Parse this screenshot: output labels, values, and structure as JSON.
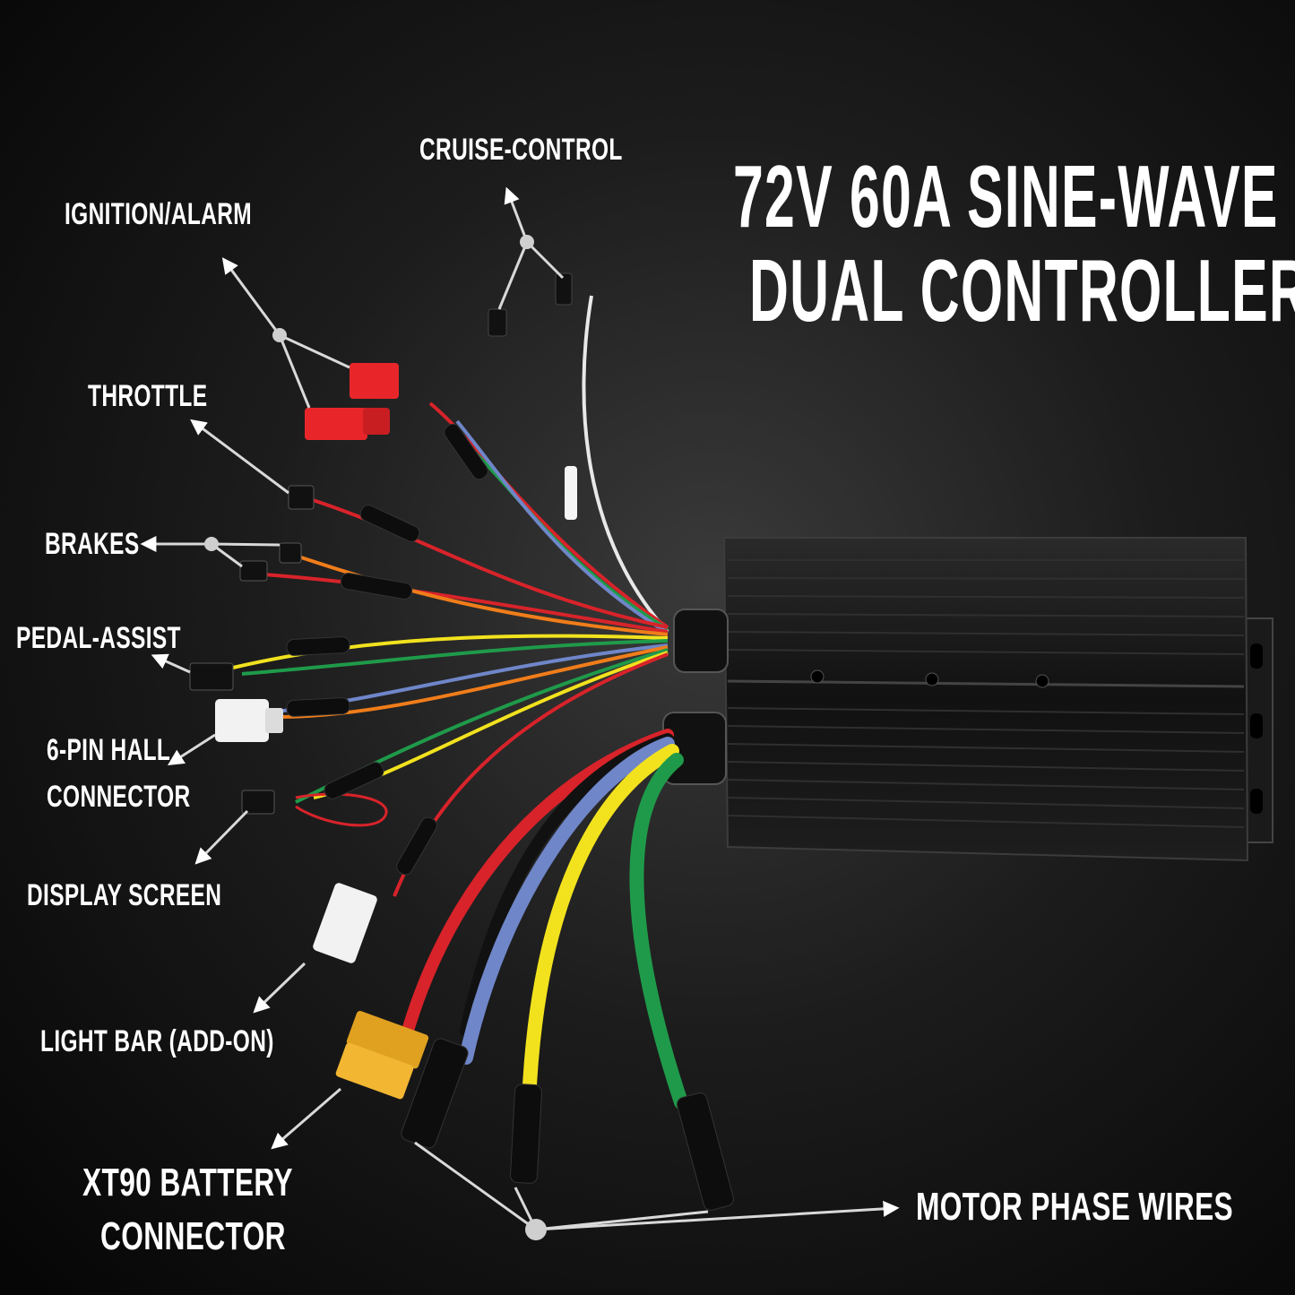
{
  "title": {
    "line1": "72V 60A SINE-WAVE",
    "line2": "DUAL CONTROLLER"
  },
  "labels": {
    "cruise_control": "CRUISE-CONTROL",
    "ignition_alarm": "IGNITION/ALARM",
    "throttle": "THROTTLE",
    "brakes": "BRAKES",
    "pedal_assist": "PEDAL-ASSIST",
    "hall_line1": "6-PIN HALL",
    "hall_line2": "CONNECTOR",
    "display_screen": "DISPLAY SCREEN",
    "light_bar": "LIGHT BAR (ADD-ON)",
    "xt90_line1": "XT90 BATTERY",
    "xt90_line2": "CONNECTOR",
    "motor_phase": "MOTOR PHASE WIRES"
  },
  "colors": {
    "wire_red": "#d8232a",
    "wire_yellow": "#f2e21e",
    "wire_blue": "#6f86c9",
    "wire_green": "#1f9a4a",
    "wire_orange": "#f07d1a",
    "wire_white": "#e8e8e8",
    "connector_red": "#e8262a",
    "connector_white": "#f2f2f2",
    "xt90_yellow": "#f2b632",
    "housing": "#141414"
  }
}
